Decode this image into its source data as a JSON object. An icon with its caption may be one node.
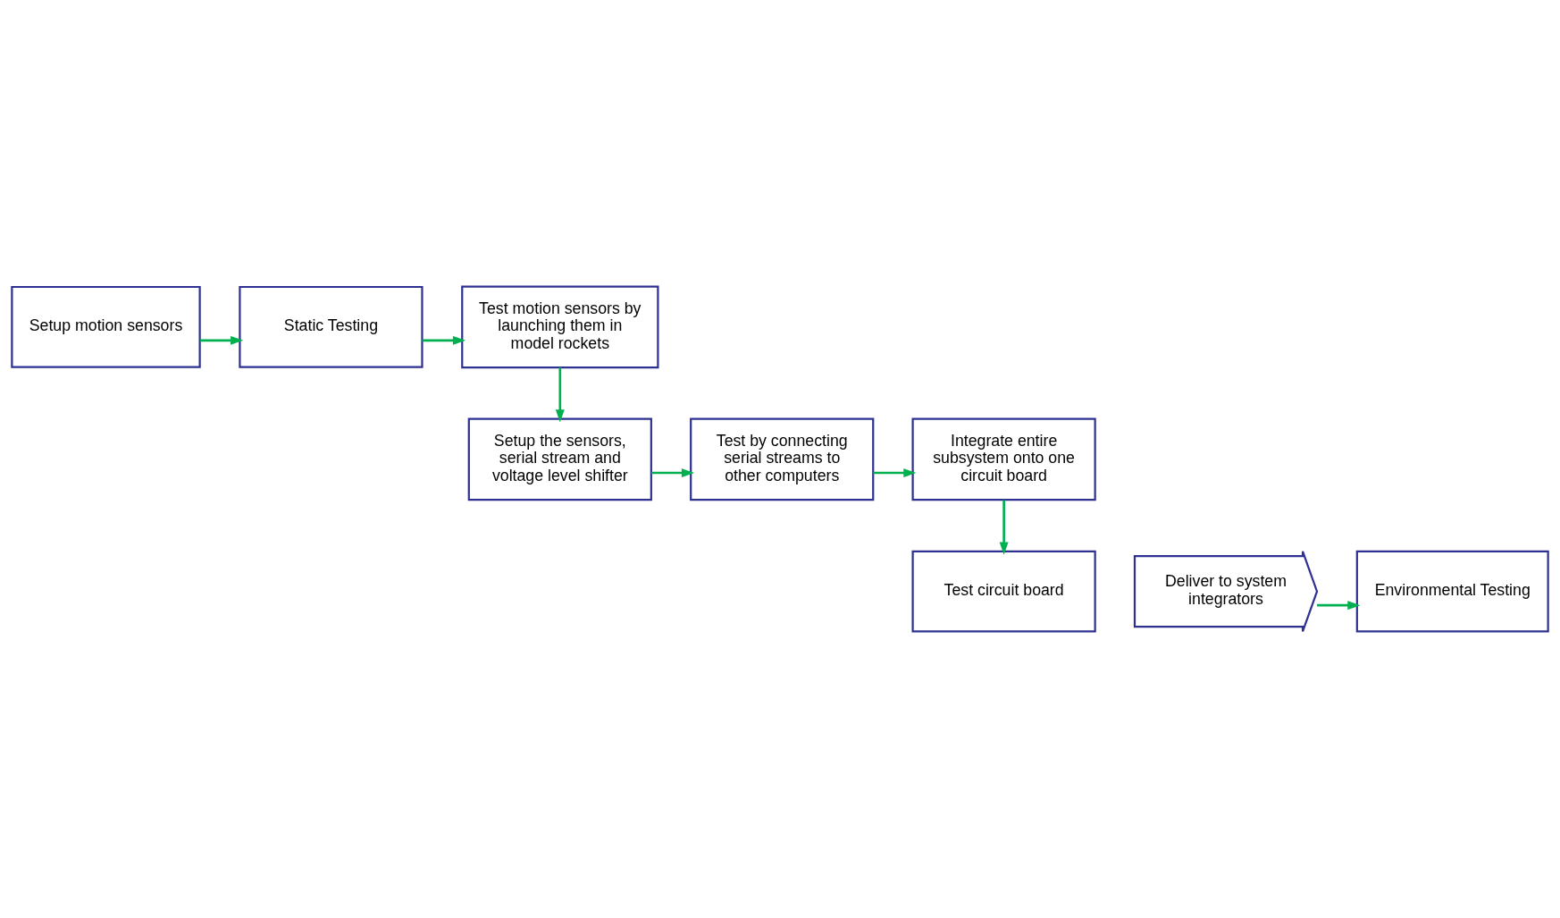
{
  "diagram": {
    "nodes": [
      {
        "text": [
          "Setup motion sensors"
        ]
      },
      {
        "text": [
          "Static Testing"
        ]
      },
      {
        "text": [
          "Test motion sensors by launching them in model rockets"
        ]
      },
      {
        "text": [
          "Setup the sensors, serial stream and voltage level shifter"
        ]
      },
      {
        "text": [
          "Test by connecting serial streams to other computers"
        ]
      },
      {
        "text": [
          "Integrate entire subsystem onto one circuit board"
        ]
      },
      {
        "text": [
          "Test circuit board"
        ]
      },
      {
        "text": [
          "Deliver to system integrators"
        ]
      },
      {
        "text": [
          "Environmental Testing"
        ]
      }
    ],
    "edges": [
      {
        "from": 0,
        "to": 1,
        "arrow": "to"
      },
      {
        "from": 1,
        "to": 2,
        "arrow": "to"
      },
      {
        "from": 2,
        "to": 3,
        "arrow": "to"
      },
      {
        "from": 3,
        "to": 4,
        "arrow": "to"
      },
      {
        "from": 4,
        "to": 5,
        "arrow": "to"
      },
      {
        "from": 5,
        "to": 6,
        "arrow": "to"
      },
      {
        "from": 7,
        "to": 8,
        "arrow": "to"
      }
    ]
  }
}
